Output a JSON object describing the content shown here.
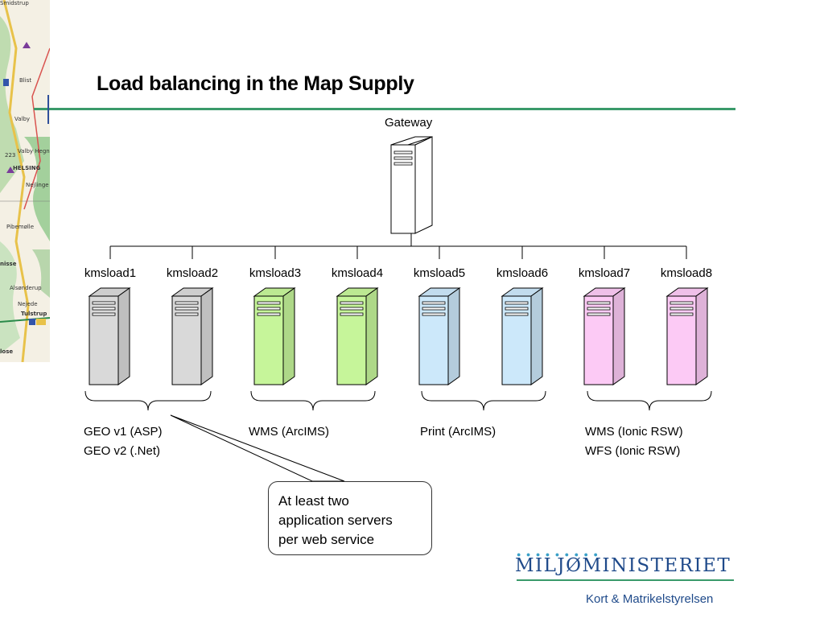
{
  "slide": {
    "title": "Load balancing in the Map Supply"
  },
  "gateway": {
    "label": "Gateway"
  },
  "servers": [
    {
      "name": "kmsload1",
      "color": "#d9d9d9"
    },
    {
      "name": "kmsload2",
      "color": "#d9d9d9"
    },
    {
      "name": "kmsload3",
      "color": "#c6f59a"
    },
    {
      "name": "kmsload4",
      "color": "#c6f59a"
    },
    {
      "name": "kmsload5",
      "color": "#cce8fa"
    },
    {
      "name": "kmsload6",
      "color": "#cce8fa"
    },
    {
      "name": "kmsload7",
      "color": "#fccaf5"
    },
    {
      "name": "kmsload8",
      "color": "#fccaf5"
    }
  ],
  "groups": [
    {
      "lines": [
        "GEO v1 (ASP)",
        "GEO v2 (.Net)"
      ]
    },
    {
      "lines": [
        "WMS (ArcIMS)"
      ]
    },
    {
      "lines": [
        "Print (ArcIMS)"
      ]
    },
    {
      "lines": [
        "WMS (Ionic RSW)",
        "WFS (Ionic RSW)"
      ]
    }
  ],
  "callout": {
    "text_lines": [
      "At least two",
      "application servers",
      "per web service"
    ]
  },
  "logo": {
    "dots": "● ● ● ● ● ● ● ● ●",
    "name": "MILJØMINISTERIET",
    "subtitle": "Kort & Matrikelstyrelsen"
  },
  "map_strip": {
    "labels": [
      "Smidstrup",
      "Blist",
      "Valby",
      "Valby Hegn",
      "223",
      "HELSING",
      "Nejlinge",
      "Pibemølle",
      "nisse",
      "Alsønderup",
      "Nejede",
      "Tulstrup",
      "lose"
    ]
  }
}
